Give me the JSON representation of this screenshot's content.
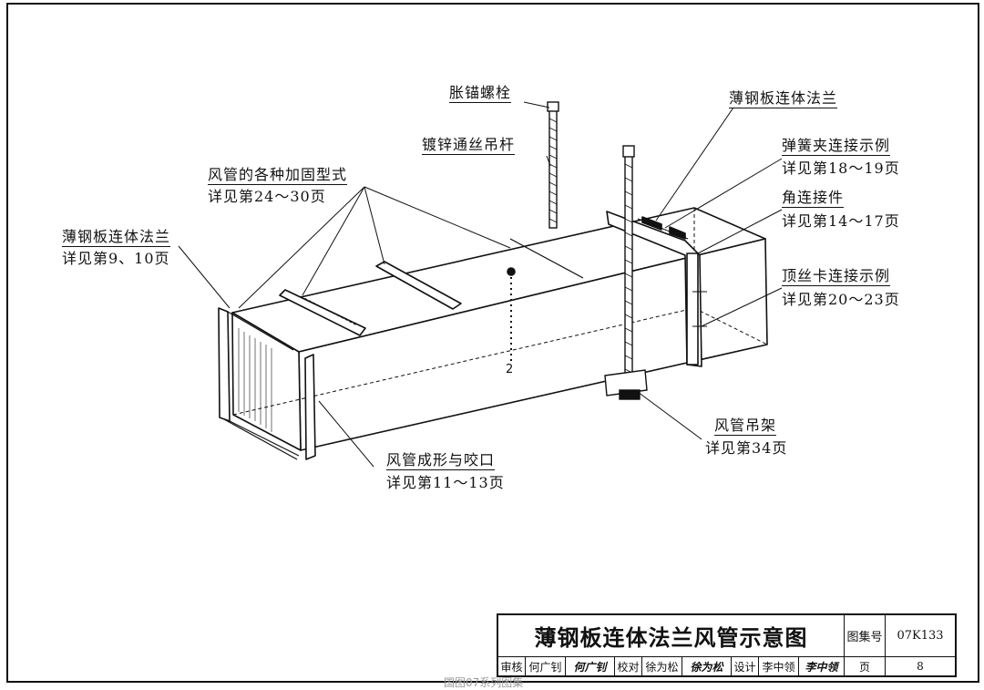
{
  "labels": {
    "expansion_bolt": "胀锚螺栓",
    "galvanized_rod": "镀锌通丝吊杆",
    "reinforcement": "风管的各种加固型式",
    "reinforcement_ref": "详见第24～30页",
    "flange_left": "薄钢板连体法兰",
    "flange_left_ref": "详见第9、10页",
    "flange_top": "薄钢板连体法兰",
    "spring_clip": "弹簧夹连接示例",
    "spring_clip_ref": "详见第18～19页",
    "corner_piece": "角连接件",
    "corner_piece_ref": "详见第14～17页",
    "top_clamp": "顶丝卡连接示例",
    "top_clamp_ref": "详见第20～23页",
    "hanger": "风管吊架",
    "hanger_ref": "详见第34页",
    "forming": "风管成形与咬口",
    "forming_ref": "详见第11～13页"
  },
  "title_block": {
    "title": "薄钢板连体法兰风管示意图",
    "atlas_label": "图集号",
    "atlas_no": "07K133",
    "review_label": "审核",
    "reviewer": "何广钊",
    "reviewer_sig": "何广钊",
    "check_label": "校对",
    "checker": "徐为松",
    "checker_sig": "徐为松",
    "design_label": "设计",
    "designer": "李中领",
    "designer_sig": "李中领",
    "page_label": "页",
    "page_no": "8"
  },
  "footer": "国图07系列图集"
}
